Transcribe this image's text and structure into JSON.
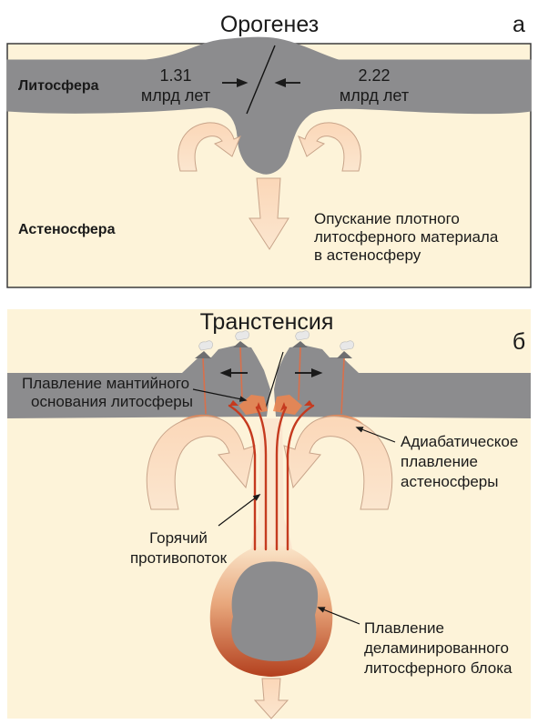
{
  "panel_a": {
    "title": "Орогенез",
    "letter": "а",
    "lithosphere": "Литосфера",
    "asthenosphere": "Астеносфера",
    "left_age": [
      "1.31",
      "млрд лет"
    ],
    "right_age": [
      "2.22",
      "млрд лет"
    ],
    "sinking_note": [
      "Опускание плотного",
      "литосферного материала",
      "в астеносферу"
    ]
  },
  "panel_b": {
    "title": "Транстенсия",
    "letter": "б",
    "mantle_melting": [
      "Плавление мантийного",
      "основания литосферы"
    ],
    "adiabatic_melting": [
      "Адиабатическое",
      "плавление",
      "астеносферы"
    ],
    "hot_counterflow": [
      "Горячий",
      "противопоток"
    ],
    "block_melting": [
      "Плавление",
      "деламинированного",
      "литосферного блока"
    ]
  },
  "colors": {
    "asthenosphere": "#fdf3d9",
    "lithosphere": "#8c8c8e",
    "arrow_fill": "#fbdcc1",
    "melt": "#f0854e",
    "hot_line": "#c53a1f",
    "border": "#3b3b3b"
  }
}
